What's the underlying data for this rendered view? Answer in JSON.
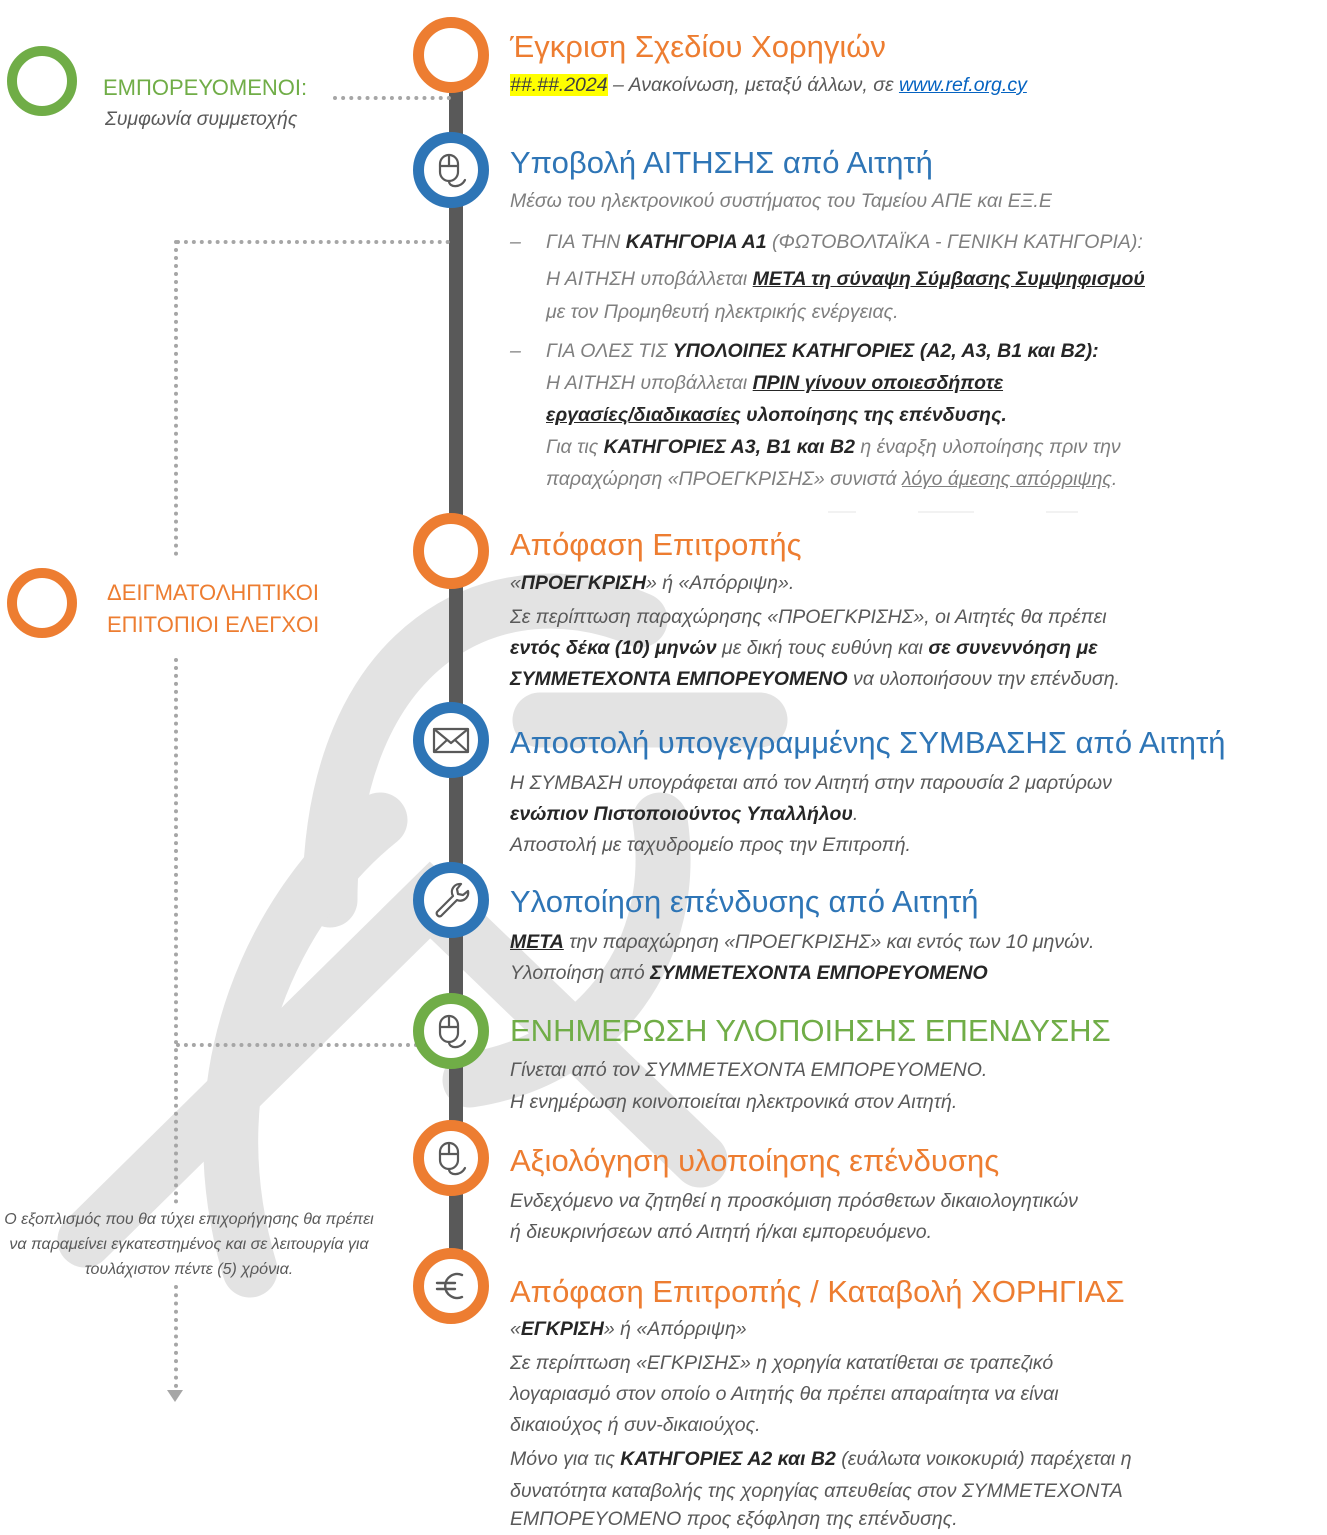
{
  "colors": {
    "orange": "#ED7D31",
    "blue": "#2E75B6",
    "green": "#70AD47",
    "spine": "#595959",
    "dotted": "#A6A6A6",
    "highlight": "#FFFF00",
    "link": "#0563C1"
  },
  "side": {
    "traders": {
      "title": "ΕΜΠΟΡΕΥΟΜΕΝΟΙ:",
      "subtitle": "Συμφωνία συμμετοχής"
    },
    "inspections": {
      "line1": "ΔΕΙΓΜΑΤΟΛΗΠΤΙΚΟΙ",
      "line2": "ΕΠΙΤΟΠΙΟΙ ΕΛΕΓΧΟΙ"
    },
    "note": "Ο εξοπλισμός που θα τύχει επιχορήγησης θα πρέπει να παραμείνει εγκατεστημένος και σε λειτουργία για τουλάχιστον πέντε (5) χρόνια."
  },
  "steps": [
    {
      "title": "Έγκριση Σχεδίου Χορηγιών",
      "icon": "none",
      "date": "##.##.2024",
      "desc": " – Ανακοίνωση, μεταξύ άλλων, σε ",
      "link": "www.ref.org.cy"
    },
    {
      "title": "Υποβολή ΑΙΤΗΣΗΣ από Αιτητή",
      "icon": "mouse-icon",
      "desc": "Μέσω του ηλεκτρονικού συστήματος του Ταμείου ΑΠΕ και ΕΞ.Ε",
      "dash": "–",
      "a1": {
        "pre": "ΓΙΑ ΤΗΝ ",
        "bold": "ΚΑΤΗΓΟΡΙΑ Α1",
        "post": " (ΦΩΤΟΒΟΛΤΑΪΚΑ - ΓΕΝΙΚΗ ΚΑΤΗΓΟΡΙΑ):"
      },
      "a1_line2": {
        "pre": "Η ΑΙΤΗΣΗ υποβάλλεται ",
        "bold": "ΜΕΤΑ τη σύναψη Σύμβασης Συμψηφισμού"
      },
      "a1_line3": "με τον Προμηθευτή ηλεκτρικής ενέργειας.",
      "rest": {
        "pre": "ΓΙΑ ΟΛΕΣ ΤΙΣ ",
        "bold": "ΥΠΟΛΟΙΠΕΣ ΚΑΤΗΓΟΡΙΕΣ (Α2, Α3, Β1 και Β2):"
      },
      "rest_line2": {
        "pre": "Η ΑΙΤΗΣΗ υποβάλλεται ",
        "bold": "ΠΡΙΝ γίνουν οποιεσδήποτε"
      },
      "rest_line3": {
        "bold_u": "εργασίες/διαδικασίες",
        "bold": " υλοποίησης της επένδυσης."
      },
      "rest_line4": {
        "pre": "Για τις ",
        "bold": "ΚΑΤΗΓΟΡΙΕΣ Α3, Β1 και Β2",
        "post": " η έναρξη υλοποίησης πριν την"
      },
      "rest_line5": {
        "pre": "παραχώρηση «ΠΡΟΕΓΚΡΙΣΗΣ» συνιστά ",
        "u": "λόγο άμεσης απόρριψης",
        "post": "."
      }
    },
    {
      "title": "Απόφαση Επιτροπής",
      "icon": "none",
      "l1": {
        "q1": "«",
        "bold": "ΠΡΟΕΓΚΡΙΣΗ",
        "post": "» ή «Απόρριψη»."
      },
      "l2": "Σε περίπτωση παραχώρησης «ΠΡΟΕΓΚΡΙΣΗΣ», οι Αιτητές θα πρέπει",
      "l3": {
        "bold": "εντός δέκα (10) μηνών",
        "mid": " με δική τους ευθύνη και ",
        "bold2": "σε συνεννόηση με"
      },
      "l4": {
        "bold": "ΣΥΜΜΕΤΕΧΟΝΤΑ ΕΜΠΟΡΕΥΟΜΕΝΟ",
        "post": " να υλοποιήσουν την επένδυση."
      }
    },
    {
      "title": "Αποστολή υπογεγραμμένης ΣΥΜΒΑΣΗΣ από Αιτητή",
      "icon": "envelope-icon",
      "l1": "Η ΣΥΜΒΑΣΗ υπογράφεται από τον Αιτητή στην παρουσία 2 μαρτύρων",
      "l2": {
        "bold": "ενώπιον Πιστοποιούντος Υπαλλήλου",
        "post": "."
      },
      "l3": "Αποστολή με ταχυδρομείο προς την Επιτροπή."
    },
    {
      "title": "Υλοποίηση επένδυσης από Αιτητή",
      "icon": "wrench-icon",
      "l1": {
        "bold_u": "ΜΕΤΑ",
        "post": " την παραχώρηση «ΠΡΟΕΓΚΡΙΣΗΣ» και εντός των 10 μηνών."
      },
      "l2": {
        "pre": "Υλοποίηση από ",
        "bold": "ΣΥΜΜΕΤΕΧΟΝΤΑ ΕΜΠΟΡΕΥΟΜΕΝΟ"
      }
    },
    {
      "title": "ΕΝΗΜΕΡΩΣΗ ΥΛΟΠΟΙΗΣΗΣ ΕΠΕΝΔΥΣΗΣ",
      "icon": "mouse-icon",
      "l1": "Γίνεται από τον ΣΥΜΜΕΤΕΧΟΝΤΑ ΕΜΠΟΡΕΥΟΜΕΝΟ.",
      "l2": "Η ενημέρωση κοινοποιείται ηλεκτρονικά στον Αιτητή."
    },
    {
      "title": "Αξιολόγηση υλοποίησης επένδυσης",
      "icon": "mouse-icon",
      "l1": "Ενδεχόμενο να ζητηθεί η προσκόμιση πρόσθετων δικαιολογητικών",
      "l2": "ή διευκρινήσεων από Αιτητή ή/και εμπορευόμενο."
    },
    {
      "title": "Απόφαση Επιτροπής / Καταβολή ΧΟΡΗΓΙΑΣ",
      "icon": "euro-icon",
      "l1": {
        "q1": "«",
        "bold": "ΕΓΚΡΙΣΗ",
        "post": "» ή «Απόρριψη»"
      },
      "l2": "Σε περίπτωση «ΕΓΚΡΙΣΗΣ» η χορηγία κατατίθεται σε τραπεζικό",
      "l3": "λογαριασμό στον οποίο ο Αιτητής θα πρέπει απαραίτητα να είναι",
      "l4": "δικαιούχος ή συν-δικαιούχος.",
      "l5": {
        "pre": "Μόνο για τις ",
        "bold": "ΚΑΤΗΓΟΡΙΕΣ Α2 και Β2",
        "post": " (ευάλωτα νοικοκυριά) παρέχεται η"
      },
      "l6": "δυνατότητα καταβολής της χορηγίας απευθείας στον ΣΥΜΜΕΤΕΧΟΝΤΑ",
      "l7": "ΕΜΠΟΡΕΥΟΜΕΝΟ προς εξόφληση της επένδυσης."
    }
  ]
}
